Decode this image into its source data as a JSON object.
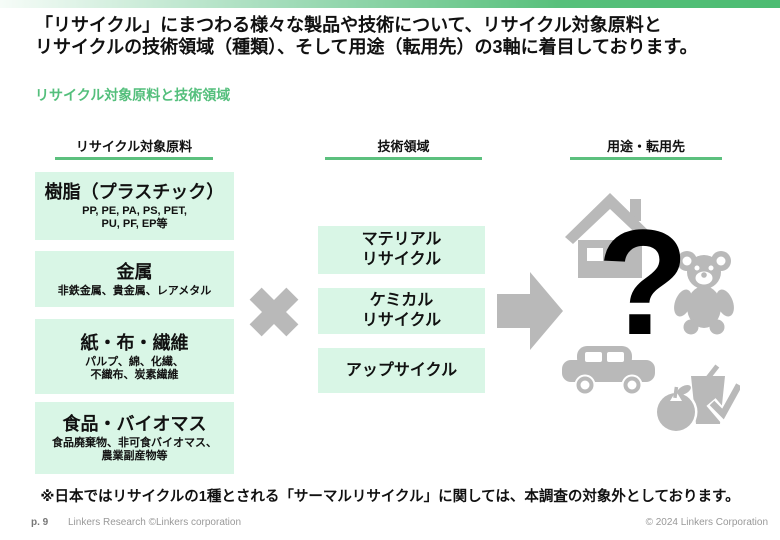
{
  "title": {
    "line1": "「リサイクル」にまつわる様々な製品や技術について、リサイクル対象原料と",
    "line2": "リサイクルの技術領域（種類）、そして用途（転用先）の3軸に着目しております。"
  },
  "section_title": "リサイクル対象原料と技術領域",
  "materials": {
    "header": "リサイクル対象原料",
    "boxes": [
      {
        "title": "樹脂（プラスチック）",
        "sub": "PP, PE, PA, PS, PET,\nPU, PF, EP等"
      },
      {
        "title": "金属",
        "sub": "非鉄金属、貴金属、レアメタル"
      },
      {
        "title": "紙・布・繊維",
        "sub": "パルプ、綿、化繊、\n不織布、炭素繊維"
      },
      {
        "title": "食品・バイオマス",
        "sub": "食品廃棄物、非可食バイオマス、\n農業副産物等"
      }
    ]
  },
  "technologies": {
    "header": "技術領域",
    "boxes": [
      {
        "title": "マテリアル\nリサイクル"
      },
      {
        "title": "ケミカル\nリサイクル"
      },
      {
        "title": "アップサイクル"
      }
    ]
  },
  "uses": {
    "header": "用途・転用先",
    "unknown_mark": "?",
    "icons": [
      "house-icon",
      "teddy-bear-icon",
      "car-icon",
      "food-icon"
    ]
  },
  "note": "※日本ではリサイクルの1種とされる「サーマルリサイクル」に関しては、本調査の対象外としております。",
  "footer": {
    "page": "p. 9",
    "left": "Linkers Research ©Linkers corporation",
    "right": "© 2024 Linkers Corporation"
  },
  "colors": {
    "accent_green": "#5cc07e",
    "box_mint": "#d9f6e6",
    "icon_gray": "#b9b9b9",
    "question_black": "#000000"
  }
}
